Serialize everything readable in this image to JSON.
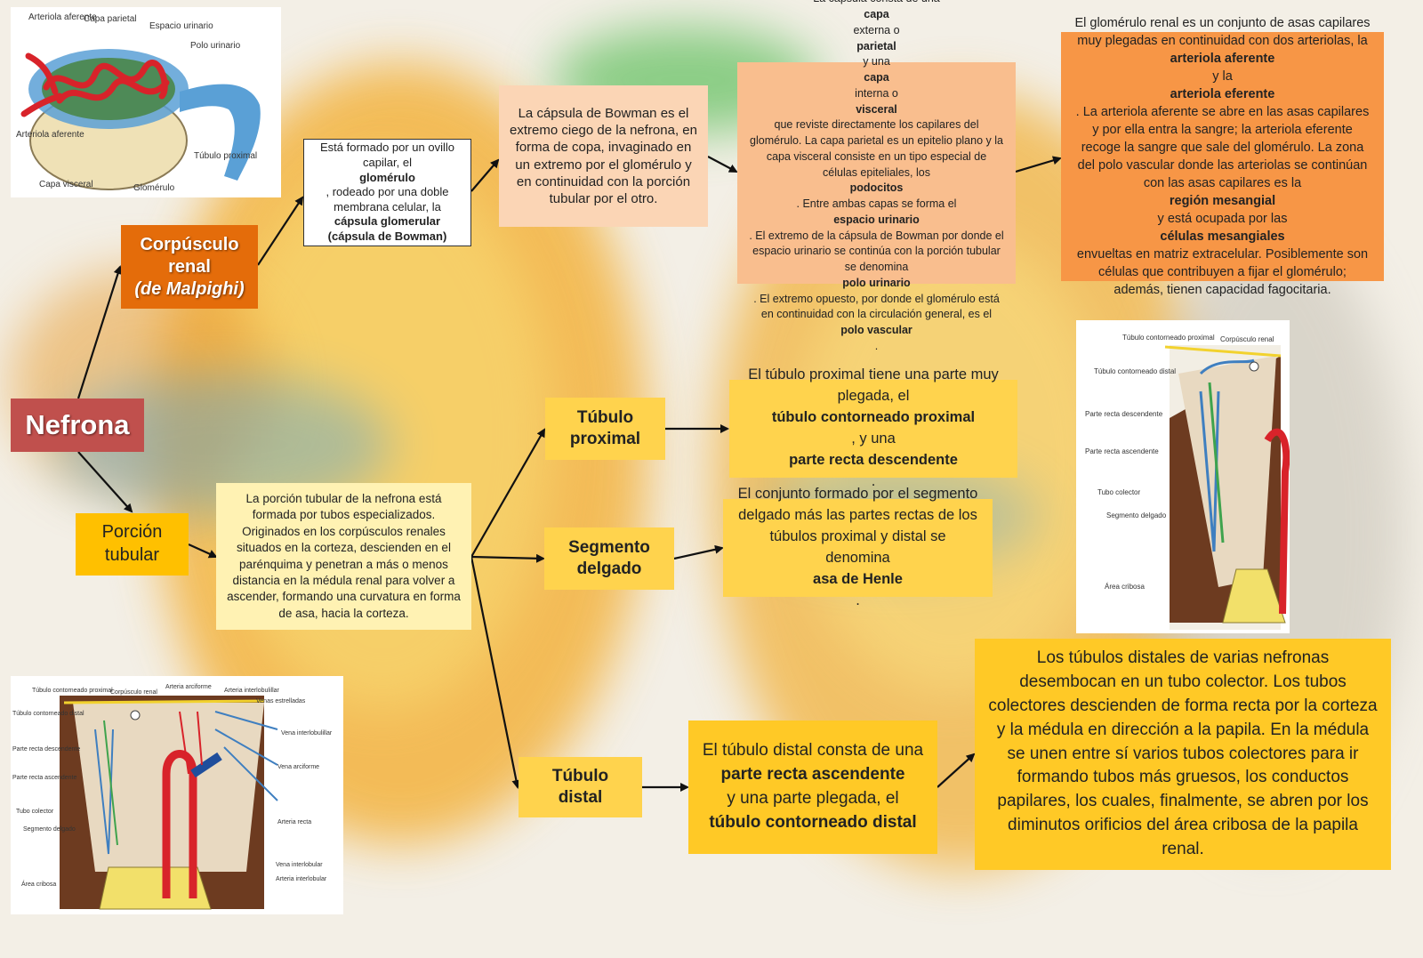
{
  "nodes": {
    "nefrona": "Nefrona",
    "corpusculo": {
      "line1": "Corpúsculo",
      "line2": "renal",
      "line3": "(de Malpighi)"
    },
    "porcion": {
      "line1": "Porción",
      "line2": "tubular"
    },
    "tubulo_proximal": {
      "line1": "Túbulo",
      "line2": "proximal"
    },
    "segmento_delgado": {
      "line1": "Segmento",
      "line2": "delgado"
    },
    "tubulo_distal": {
      "line1": "Túbulo",
      "line2": "distal"
    }
  },
  "texts": {
    "formado": {
      "p1": "Está formado por un ovillo capilar, el ",
      "b1": "glomérulo",
      "p2": ", rodeado por una doble membrana celular, la ",
      "b2": "cápsula glomerular (cápsula de Bowman)"
    },
    "bowman": "La cápsula de Bowman es el extremo ciego de la nefrona, en forma de copa, invaginado en un extremo por el glomérulo y en continuidad con la porción tubular por el otro.",
    "capas": {
      "p1": "La cápsula consta de una ",
      "b1": "capa",
      "p2": " externa o ",
      "b2": "parietal",
      "p3": " y una ",
      "b3": "capa",
      "p4": " interna o ",
      "b4": "visceral",
      "p5": " que reviste directamente los capilares del glomérulo. La capa parietal es un epitelio plano y la capa visceral consiste en un tipo especial de células epiteliales, los ",
      "b5": "podocitos",
      "p6": ". Entre ambas capas se forma el ",
      "b6": "espacio urinario",
      "p7": ". El extremo de la cápsula de Bowman por donde el espacio urinario se continúa con la porción tubular se denomina ",
      "b7": "polo urinario",
      "p8": ". El extremo opuesto, por donde el glomérulo está en continuidad con la circulación general, es el ",
      "b8": "polo vascular",
      "p9": "."
    },
    "glomerulo": {
      "p1": "El glomérulo renal es un conjunto de asas capilares muy plegadas en continuidad con dos arteriolas, la ",
      "b1": "arteriola aferente",
      "p2": " y la ",
      "b2": "arteriola eferente",
      "p3": ". La arteriola aferente se abre en las asas capilares y por ella entra la sangre; la arteriola eferente recoge la sangre que sale del glomérulo. La zona del polo vascular donde las arteriolas se continúan con las asas capilares es la ",
      "b3": "región mesangial",
      "p4": " y está ocupada por las ",
      "b4": "células mesangiales",
      "p5": " envueltas en matriz extracelular. Posiblemente son células que contribuyen a fijar el glomérulo; además, tienen capacidad fagocitaria."
    },
    "porcion_desc": "La porción tubular de la nefrona está formada por tubos especializados. Originados en los corpúsculos renales situados en la corteza, descienden en el parénquima y penetran a más o menos distancia en la médula renal para volver a ascender, formando una curvatura en forma de asa, hacia la corteza.",
    "proximal_desc": {
      "p1": "El túbulo proximal tiene una parte muy plegada, el ",
      "b1": "túbulo contorneado proximal",
      "p2": ", y una ",
      "b2": "parte recta descendente",
      "p3": "."
    },
    "henle": {
      "p1": "El conjunto formado por el segmento delgado más las partes rectas de los túbulos proximal y distal se denomina ",
      "b1": "asa de Henle",
      "p2": "."
    },
    "distal_desc": {
      "p1": "El túbulo distal consta de una ",
      "b1": "parte recta ascendente",
      "p2": " y una parte plegada, el ",
      "b2": "túbulo contorneado distal"
    },
    "colector": "Los túbulos distales de varias nefronas desembocan en un tubo colector. Los tubos colectores descienden de forma recta por la corteza y la médula en dirección a la papila. En la médula se unen entre sí varios tubos colectores para ir formando tubos más gruesos, los conductos papilares, los cuales, finalmente, se abren por los diminutos orificios del área cribosa de la papila renal."
  },
  "figures": {
    "corpusculo": {
      "arteriola_aferente_top": "Arteriola aferente",
      "capa_parietal": "Capa parietal",
      "espacio_urinario": "Espacio urinario",
      "polo_urinario": "Polo urinario",
      "arteriola_aferente_left": "Arteriola aferente",
      "tubulo_proximal": "Túbulo proximal",
      "capa_visceral": "Capa visceral",
      "glomerulo": "Glomérulo"
    },
    "nefrona_right": {
      "tcp": "Túbulo contorneado proximal",
      "corp": "Corpúsculo renal",
      "tcd": "Túbulo contorneado distal",
      "prd": "Parte recta descendente",
      "pra": "Parte recta ascendente",
      "tc": "Tubo colector",
      "sd": "Segmento delgado",
      "ac": "Área cribosa"
    },
    "nefrona_left": {
      "tcp": "Túbulo contorneado proximal",
      "corp": "Corpúsculo renal",
      "tcd": "Túbulo contorneado distal",
      "prd": "Parte recta descendente",
      "pra": "Parte recta ascendente",
      "tc": "Tubo colector",
      "sd": "Segmento delgado",
      "ac": "Área cribosa",
      "art_arc": "Arteria arciforme",
      "art_int": "Arteria interlobulillar",
      "ven_est": "Venas estrelladas",
      "ven_int": "Vena interlobulillar",
      "ven_arc": "Vena arciforme",
      "art_rec": "Arteria recta",
      "ven_interlob": "Vena interlobular",
      "art_interlob": "Arteria interlobular"
    }
  },
  "colors": {
    "nefrona": "#c0504d",
    "corpusculo": "#e46c0a",
    "porcion": "#ffc000",
    "light_peach": "#fbd5b5",
    "peach": "#f9be8e",
    "orange": "#f79646",
    "yellow_light": "#fff2b3",
    "yellow": "#ffd34d",
    "yellow_strong": "#ffc926"
  }
}
